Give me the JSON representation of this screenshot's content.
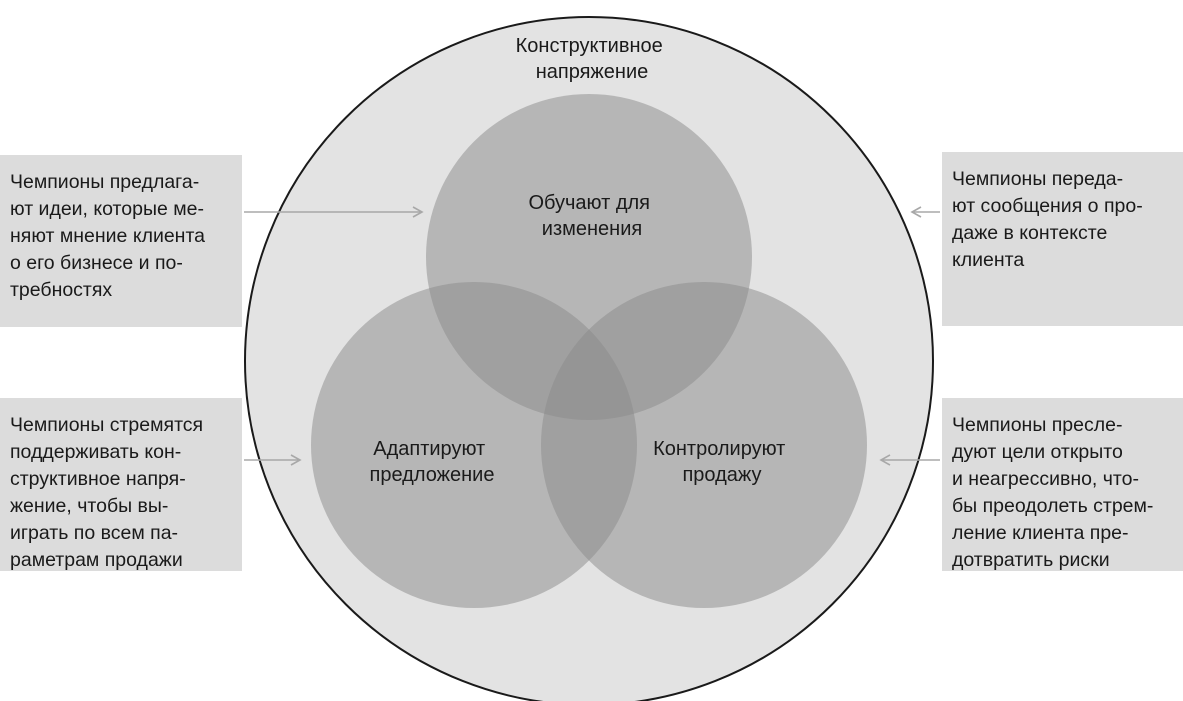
{
  "outer_circle": {
    "label_lines": [
      "Конструктивное",
      "напряжение"
    ]
  },
  "circles": {
    "top": {
      "label_lines": [
        "Обучают для",
        "изменения"
      ]
    },
    "left": {
      "label_lines": [
        "Адаптируют",
        "предложение"
      ]
    },
    "right": {
      "label_lines": [
        "Контролируют",
        "продажу"
      ]
    }
  },
  "boxes": {
    "left_top": {
      "lines": [
        "Чемпионы предлага-",
        "ют идеи, которые ме-",
        "няют мнение клиента",
        "о его бизнесе и по-",
        "требностях"
      ]
    },
    "left_bottom": {
      "lines": [
        "Чемпионы стремятся",
        "поддерживать кон-",
        "структивное напря-",
        "жение, чтобы вы-",
        "играть по всем па-",
        "раметрам продажи"
      ]
    },
    "right_top": {
      "lines": [
        "Чемпионы переда-",
        "ют сообщения о про-",
        "даже в контексте",
        "клиента"
      ]
    },
    "right_bottom": {
      "lines": [
        "Чемпионы пресле-",
        "дуют цели открыто",
        "и неагрессивно, что-",
        "бы преодолеть стрем-",
        "ление клиента пре-",
        "дотвратить риски"
      ]
    }
  },
  "colors": {
    "outer_fill": "#e3e3e3",
    "inner_circle": "#8a8a8a",
    "box_fill": "#dcdcdc",
    "arrow": "#a8a8a8"
  }
}
